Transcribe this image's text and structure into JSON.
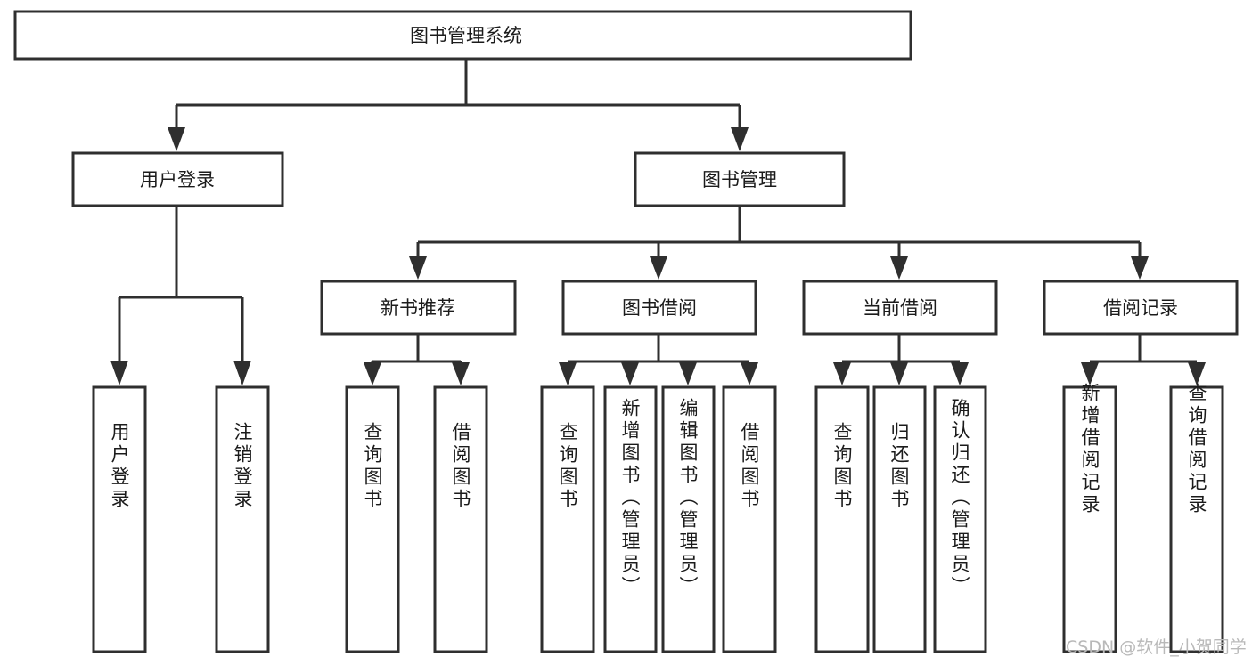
{
  "diagram": {
    "type": "tree-hierarchy",
    "title": "图书管理系统",
    "orientation": "top-down",
    "root": {
      "id": "root",
      "label": "图书管理系统"
    },
    "level2": [
      {
        "id": "user-login",
        "label": "用户登录"
      },
      {
        "id": "book-management",
        "label": "图书管理"
      }
    ],
    "level3": [
      {
        "id": "new-book-recommend",
        "label": "新书推荐",
        "parent": "book-management"
      },
      {
        "id": "book-borrow",
        "label": "图书借阅",
        "parent": "book-management"
      },
      {
        "id": "current-borrow",
        "label": "当前借阅",
        "parent": "book-management"
      },
      {
        "id": "borrow-record",
        "label": "借阅记录",
        "parent": "book-management"
      }
    ],
    "leaves": {
      "user-login": [
        {
          "id": "leaf-user-login",
          "label": "用户登录"
        },
        {
          "id": "leaf-logout-login",
          "label": "注销登录"
        }
      ],
      "new-book-recommend": [
        {
          "id": "leaf-query-book-1",
          "label": "查询图书"
        },
        {
          "id": "leaf-borrow-book-1",
          "label": "借阅图书"
        }
      ],
      "book-borrow": [
        {
          "id": "leaf-query-book-2",
          "label": "查询图书"
        },
        {
          "id": "leaf-add-book",
          "label": "新增图书（管理员）"
        },
        {
          "id": "leaf-edit-book",
          "label": "编辑图书（管理员）"
        },
        {
          "id": "leaf-borrow-book-2",
          "label": "借阅图书"
        }
      ],
      "current-borrow": [
        {
          "id": "leaf-query-book-3",
          "label": "查询图书"
        },
        {
          "id": "leaf-return-book",
          "label": "归还图书"
        },
        {
          "id": "leaf-confirm-return",
          "label": "确认归还（管理员）"
        }
      ],
      "borrow-record": [
        {
          "id": "leaf-add-record",
          "label": "新增借阅记录"
        },
        {
          "id": "leaf-query-record",
          "label": "查询借阅记录"
        }
      ]
    },
    "colors": {
      "stroke": "#2f2f2f",
      "fill": "#ffffff",
      "text": "#1b1b1b",
      "watermark": "#b9b9b9",
      "background": "#ffffff"
    }
  },
  "watermark": {
    "text": "CSDN @软件_小贺同学"
  }
}
